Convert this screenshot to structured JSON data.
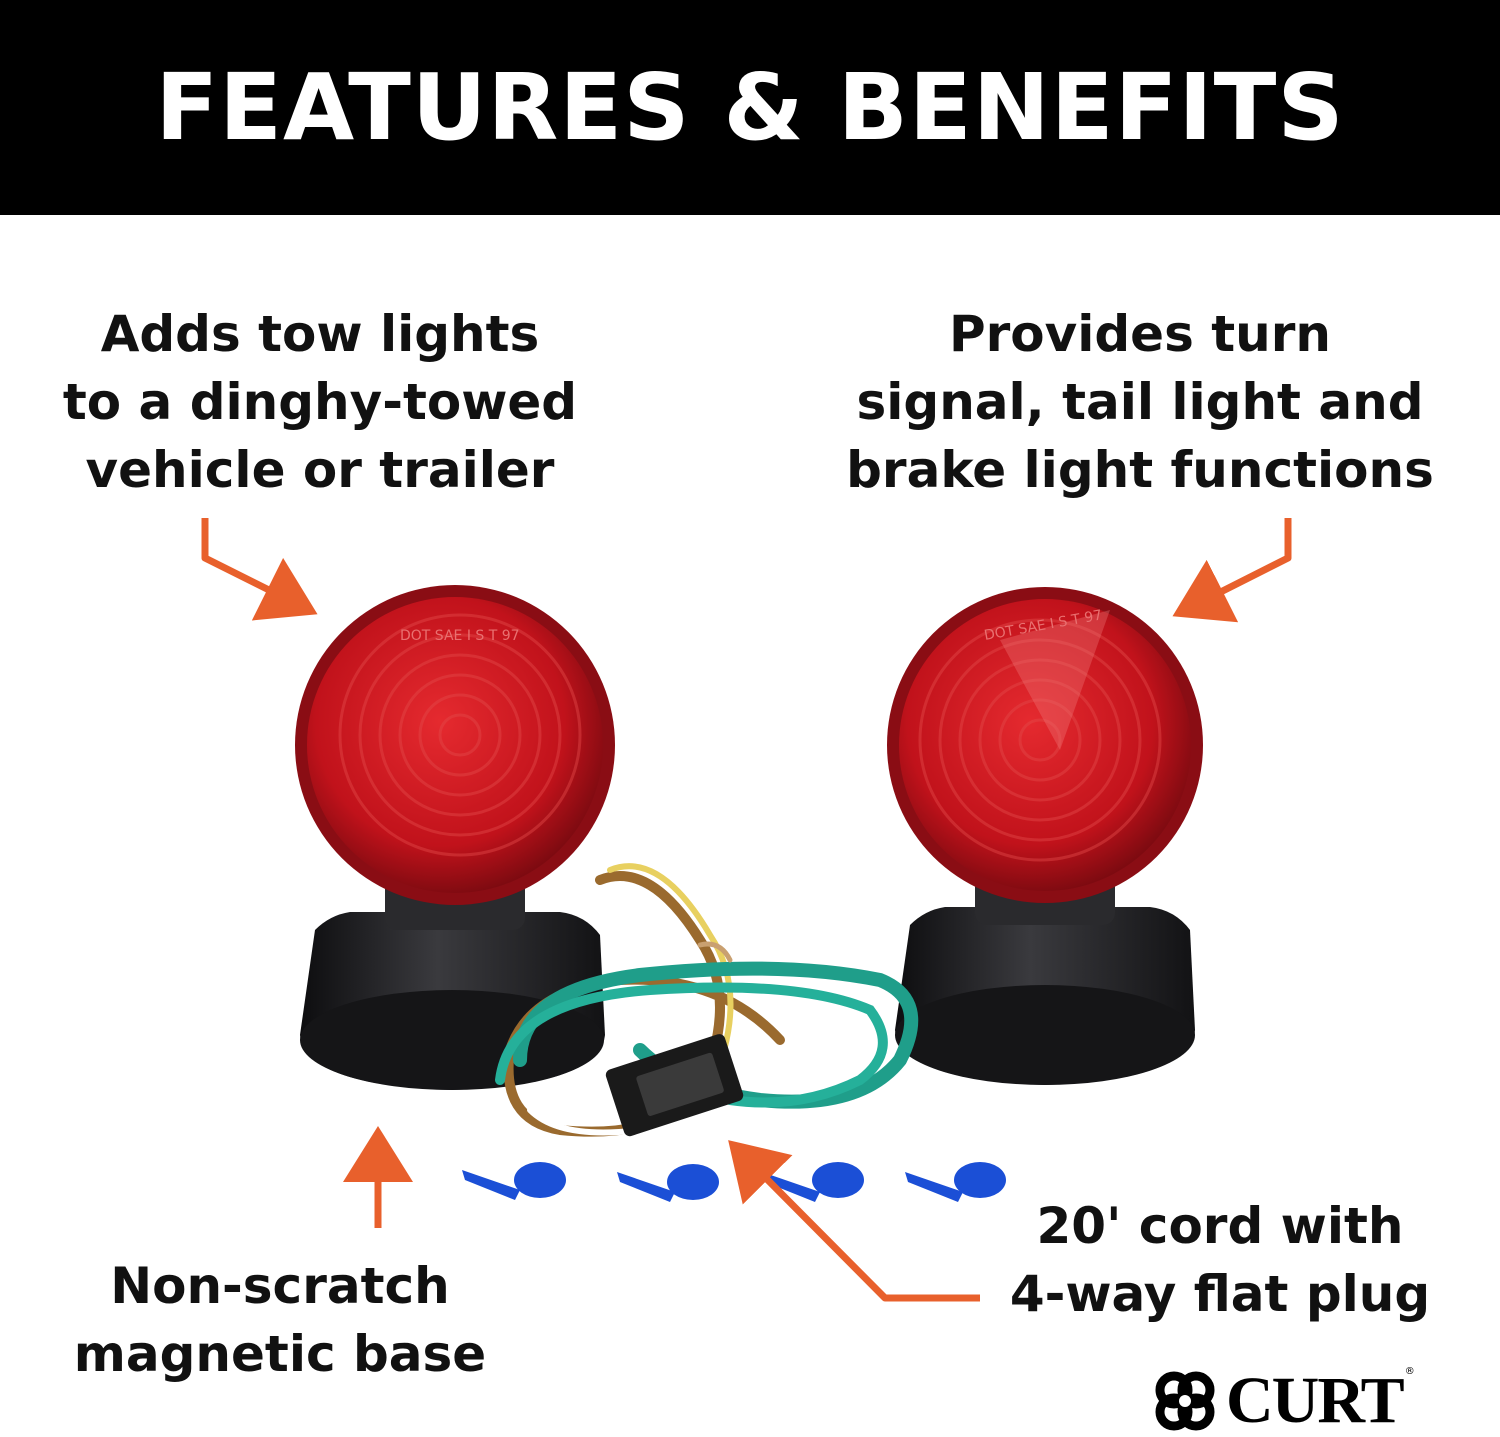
{
  "banner": {
    "title": "FEATURES & BENEFITS"
  },
  "callouts": {
    "tow_lights": {
      "lines": [
        "Adds tow lights",
        "to a dinghy-towed",
        "vehicle or trailer"
      ]
    },
    "functions": {
      "lines": [
        "Provides turn",
        "signal, tail light and",
        "brake light functions"
      ]
    },
    "base": {
      "lines": [
        "Non-scratch",
        "magnetic base"
      ]
    },
    "cord": {
      "lines": [
        "20' cord with",
        "4-way flat plug"
      ]
    }
  },
  "lamp_lens_text": "DOT SAE I S T 97",
  "brand": {
    "name": "CURT",
    "mark": "®"
  },
  "colors": {
    "banner": "#000000",
    "arrow": "#e8602c",
    "lens_red": "#c8141c",
    "base_black": "#1e1e20",
    "wire_green": "#1f9e8a",
    "wire_brown": "#9a6a2e",
    "wire_yellow": "#e8d060",
    "connector_blue": "#1b4fd6"
  },
  "icons": [
    "arrow-icon",
    "curt-logo-icon"
  ]
}
